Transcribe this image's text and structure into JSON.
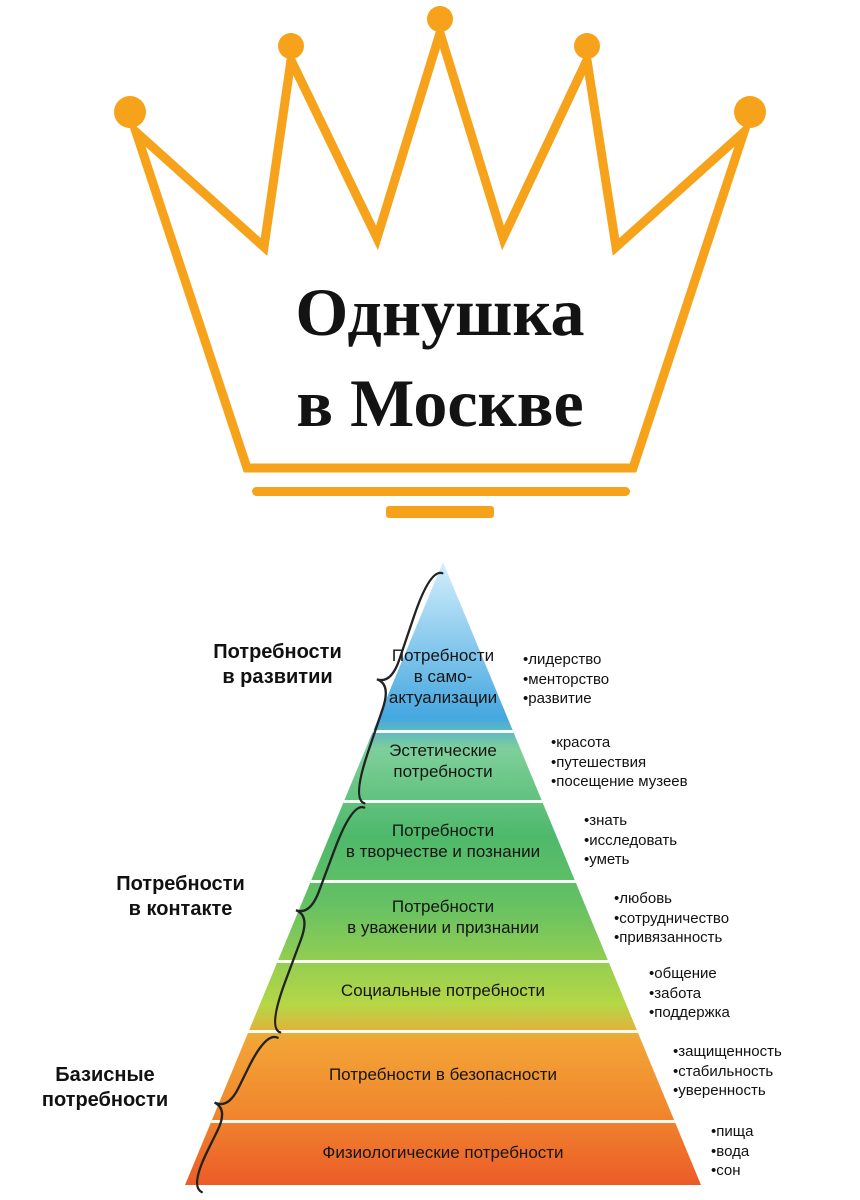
{
  "logo": {
    "title_line1": "Однушка",
    "title_line2": "в Москве"
  },
  "colors": {
    "crown": "#F6A21B",
    "pyramid_top_blue": "#45A7E0",
    "pyramid_green": "#4EB96B",
    "pyramid_yellow_green": "#B5D746",
    "pyramid_orange": "#F3A336",
    "pyramid_bottom_red": "#EC5B28",
    "text": "#111111"
  },
  "pyramid": {
    "groups": [
      {
        "label": "Потребности\nв развитии"
      },
      {
        "label": "Потребности\nв контакте"
      },
      {
        "label": "Базисные\nпотребности"
      }
    ],
    "levels": [
      {
        "title": "Потребности\nв само-\nактуализации",
        "items": [
          "лидерство",
          "менторство",
          "развитие"
        ]
      },
      {
        "title": "Эстетические\nпотребности",
        "items": [
          "красота",
          "путешествия",
          "посещение музеев"
        ]
      },
      {
        "title": "Потребности\nв творчестве и познании",
        "items": [
          "знать",
          "исследовать",
          "уметь"
        ]
      },
      {
        "title": "Потребности\nв уважении и признании",
        "items": [
          "любовь",
          "сотрудничество",
          "привязанность"
        ]
      },
      {
        "title": "Социальные потребности",
        "items": [
          "общение",
          "забота",
          "поддержка"
        ]
      },
      {
        "title": "Потребности в безопасности",
        "items": [
          "защищенность",
          "стабильность",
          "уверенность"
        ]
      },
      {
        "title": "Физиологические потребности",
        "items": [
          "пища",
          "вода",
          "сон"
        ]
      }
    ]
  }
}
